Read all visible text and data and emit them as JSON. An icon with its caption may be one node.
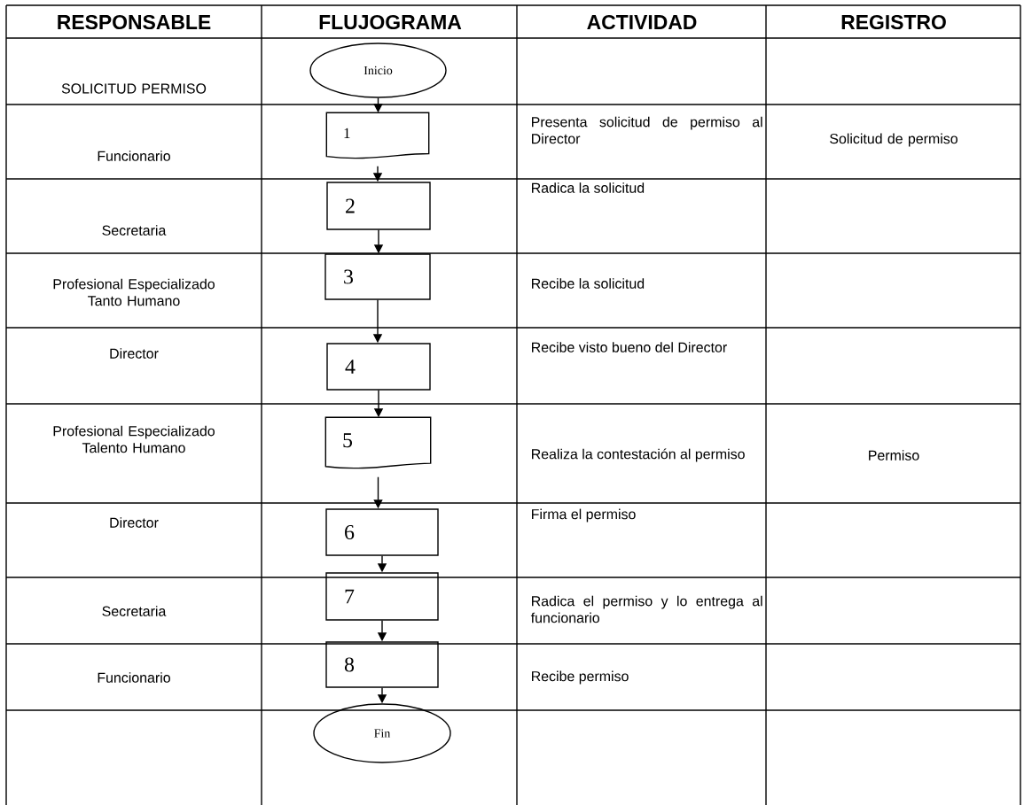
{
  "diagram": {
    "nodes": [
      {
        "text": [
          "Inicio"
        ]
      },
      {
        "text": [
          "1"
        ]
      },
      {
        "text": [
          "2"
        ]
      },
      {
        "text": [
          "3"
        ]
      },
      {
        "text": [
          "4"
        ]
      },
      {
        "text": [
          "5"
        ]
      },
      {
        "text": [
          "6"
        ]
      },
      {
        "text": [
          "7"
        ]
      },
      {
        "text": [
          "8"
        ]
      },
      {
        "text": [
          "Fin"
        ]
      }
    ],
    "edges": [
      {
        "from": 0,
        "to": 1,
        "arrow": "to"
      },
      {
        "from": 1,
        "to": 2,
        "arrow": "to"
      },
      {
        "from": 2,
        "to": 3,
        "arrow": "to"
      },
      {
        "from": 3,
        "to": 4,
        "arrow": "to"
      },
      {
        "from": 4,
        "to": 5,
        "arrow": "to"
      },
      {
        "from": 5,
        "to": 6,
        "arrow": "to"
      },
      {
        "from": 6,
        "to": 7,
        "arrow": "to"
      },
      {
        "from": 7,
        "to": 8,
        "arrow": "to"
      },
      {
        "from": 8,
        "to": 9,
        "arrow": "to"
      }
    ],
    "labels": [
      "RESPONSABLE",
      "FLUJOGRAMA",
      "ACTIVIDAD",
      "REGISTRO",
      "SOLICITUD PERMISO",
      "Funcionario",
      "Presenta solicitud de permiso al Director",
      "Solicitud de permiso",
      "Secretaria",
      "Radica la solicitud",
      "Profesional Especializado Tanto Humano",
      "Recibe la solicitud",
      "Director",
      "Recibe visto bueno del Director",
      "Profesional Especializado Talento Humano",
      "Realiza la contestación al permiso",
      "Permiso",
      "Director",
      "Firma el permiso",
      "Secretaria",
      "Radica el permiso y lo entrega al funcionario",
      "Funcionario",
      "Recibe permiso"
    ]
  }
}
